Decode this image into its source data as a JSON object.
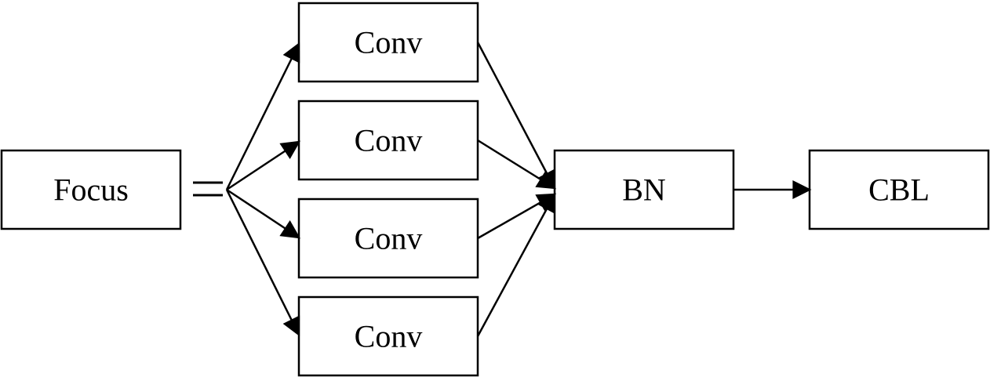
{
  "nodes": {
    "focus": "Focus",
    "conv1": "Conv",
    "conv2": "Conv",
    "conv3": "Conv",
    "conv4": "Conv",
    "bn": "BN",
    "cbl": "CBL"
  },
  "equals_sign": "=",
  "edges": [
    {
      "from": "focus",
      "to": "conv1"
    },
    {
      "from": "focus",
      "to": "conv2"
    },
    {
      "from": "focus",
      "to": "conv3"
    },
    {
      "from": "focus",
      "to": "conv4"
    },
    {
      "from": "conv1",
      "to": "bn"
    },
    {
      "from": "conv2",
      "to": "bn"
    },
    {
      "from": "conv3",
      "to": "bn"
    },
    {
      "from": "conv4",
      "to": "bn"
    },
    {
      "from": "bn",
      "to": "cbl"
    }
  ],
  "colors": {
    "stroke": "#000000",
    "background": "#ffffff"
  }
}
